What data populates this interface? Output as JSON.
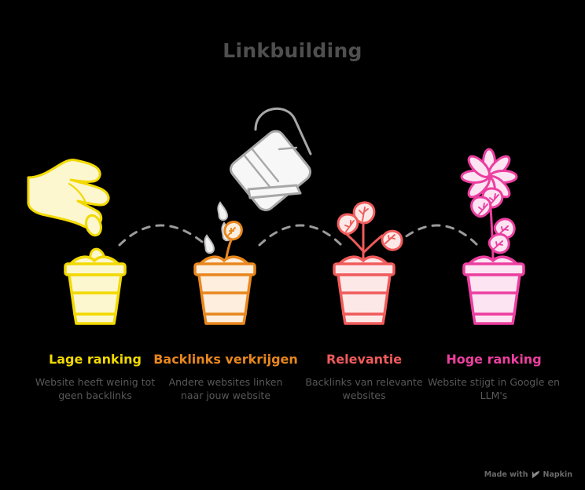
{
  "page": {
    "title": "Linkbuilding",
    "title_color": "#4f4f4f",
    "background": "#000000"
  },
  "diagram": {
    "type": "growth-stages",
    "connector_style": "dashed-arc",
    "connector_color": "#9a9a9a",
    "stage_count": 4,
    "stages": [
      {
        "index": 1,
        "heading": "Lage ranking",
        "body": "Website heeft weinig tot geen backlinks",
        "accent": "#F2D900",
        "fill": "#FCF7CE",
        "illustration": "hand-dropping-seed-into-pot",
        "pot_state": "seed"
      },
      {
        "index": 2,
        "heading": "Backlinks verkrijgen",
        "body": "Andere websites linken naar jouw website",
        "accent": "#E8871E",
        "fill": "#FDEEDD",
        "illustration": "watering-can-with-drops-and-sprout",
        "pot_state": "sprout"
      },
      {
        "index": 3,
        "heading": "Relevantie",
        "body": "Backlinks van relevante websites",
        "accent": "#F05B5B",
        "fill": "#FDE8E8",
        "illustration": "three-leaf-plant",
        "pot_state": "leafy"
      },
      {
        "index": 4,
        "heading": "Hoge ranking",
        "body": "Website stijgt in Google en LLM's",
        "accent": "#EC3FA0",
        "fill": "#FCE4F3",
        "illustration": "flowering-plant",
        "pot_state": "flowering"
      }
    ]
  },
  "watering_can": {
    "color": "#A8A8A8",
    "fill": "#F7F7F7",
    "drop_color": "#C9C9C9",
    "drop_count": 3
  },
  "footer": {
    "prefix": "Made with",
    "brand": "Napkin",
    "logo_icon": "napkin-leaf-icon",
    "color": "#6a6a6a"
  }
}
